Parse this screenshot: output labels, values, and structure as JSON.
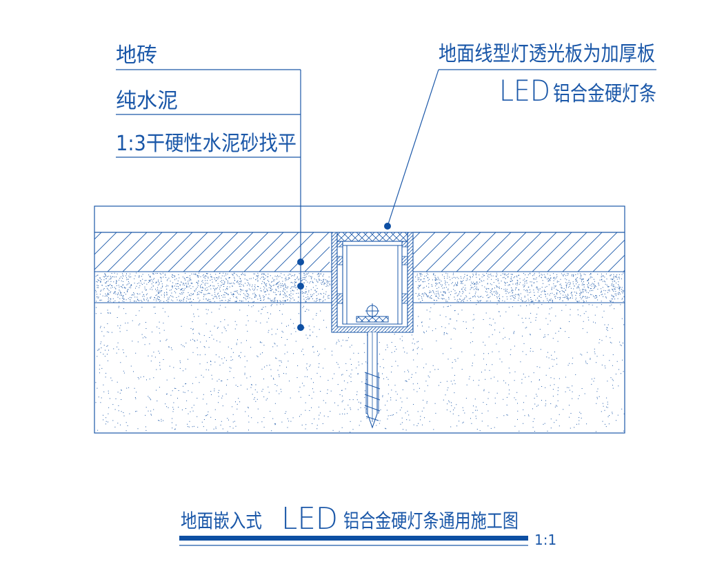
{
  "labels": {
    "tile": "地砖",
    "cement": "纯水泥",
    "screed": "1:3干硬性水泥砂找平",
    "cover_line1": "地面线型灯透光板为加厚板",
    "cover_line2_led": "LED",
    "cover_line2_rest": "铝合金硬灯条"
  },
  "title": {
    "prefix": "地面嵌入式",
    "led": "LED",
    "suffix": "铝合金硬灯条通用施工图",
    "scale": "1:1"
  },
  "colors": {
    "line": "#1a57a8",
    "dot": "#0d4fa3",
    "accent_bar": "#0d4fa3",
    "background": "#ffffff"
  }
}
